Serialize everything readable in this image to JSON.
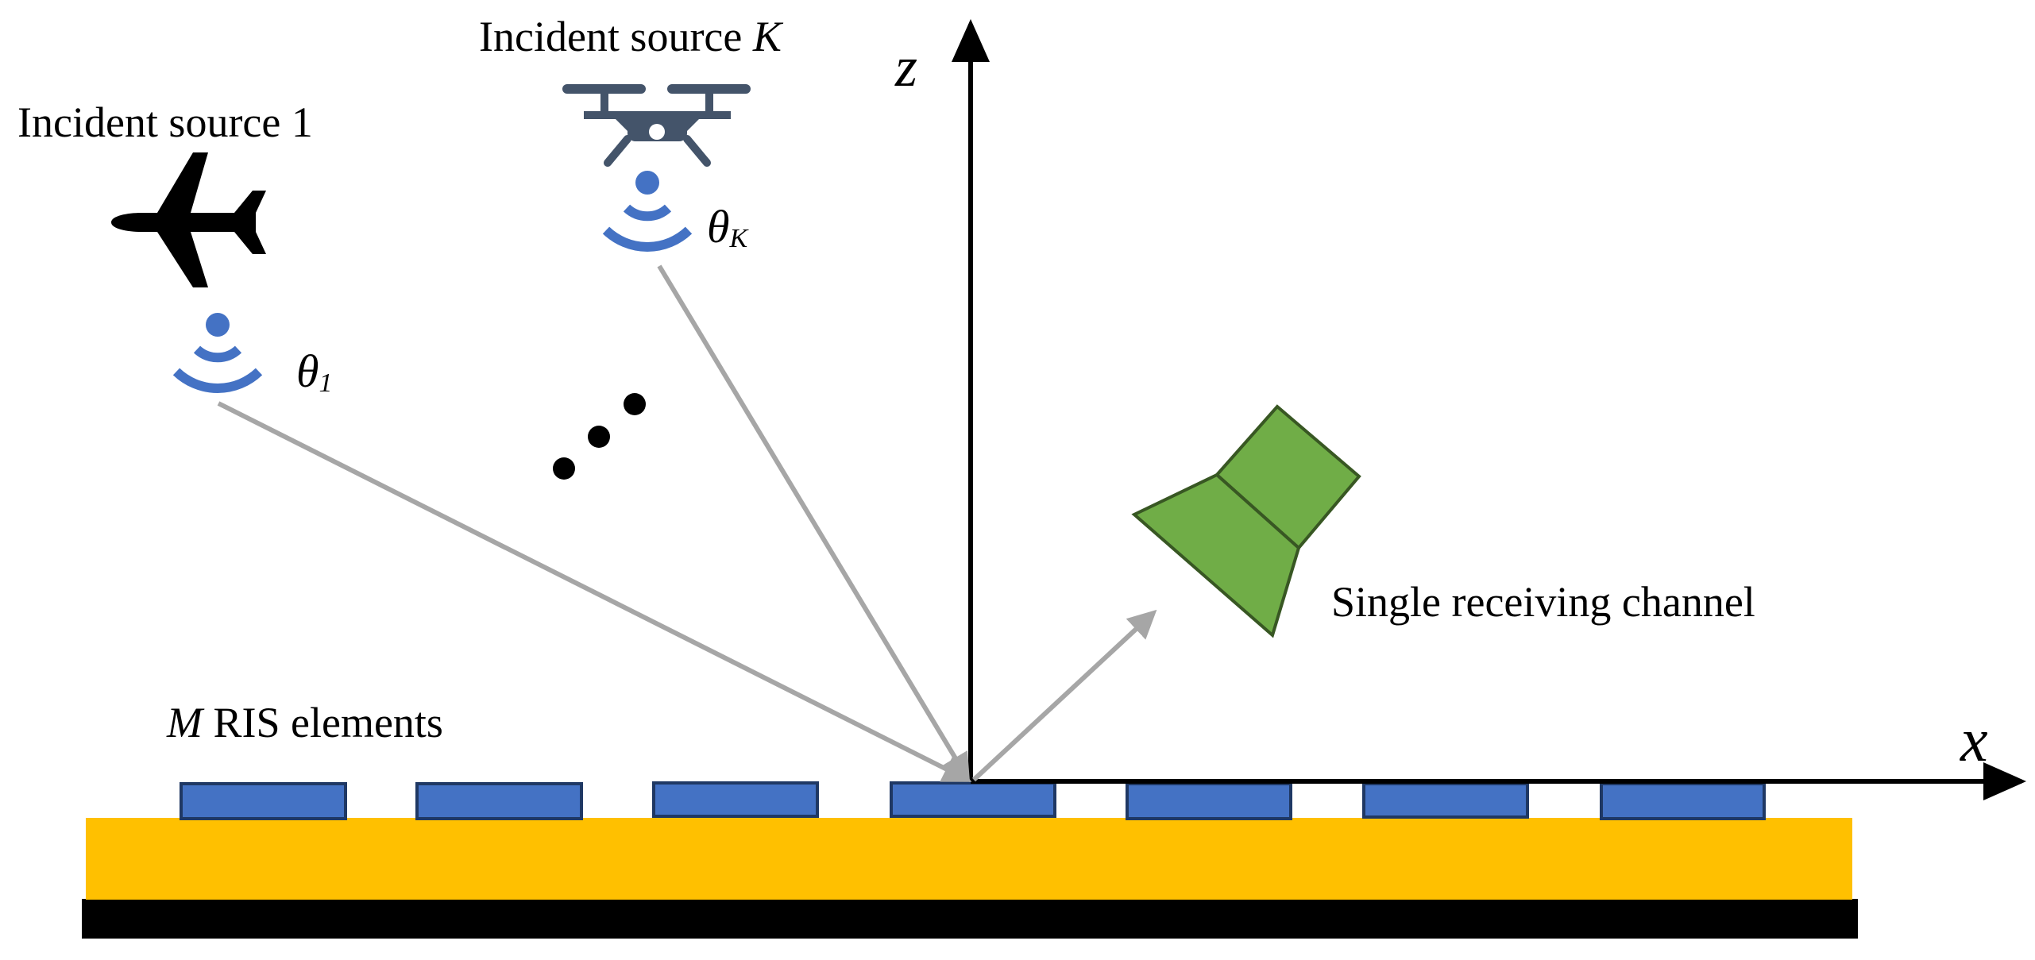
{
  "labels": {
    "source1": "Incident source 1",
    "sourceK_prefix": "Incident source ",
    "sourceK_var": "K",
    "theta_symbol": "θ",
    "theta1_sub": "1",
    "thetaK_sub": "K",
    "axis_z": "z",
    "axis_x": "x",
    "ris_var": "M",
    "ris_text": " RIS elements",
    "receiver": "Single receiving channel"
  },
  "colors": {
    "signal_blue": "#4472C4",
    "ris_element": "#4472C4",
    "substrate": "#FFC000",
    "ground": "#000000",
    "ray": "#A6A6A6",
    "horn": "#70AD47",
    "horn_edge": "#385723",
    "drone": "#44546A"
  },
  "ris_element_count": 7,
  "icons": {
    "source1": "airplane-icon",
    "sourceK": "drone-icon",
    "signal": "wireless-signal-icon",
    "receiver": "horn-antenna-icon"
  }
}
